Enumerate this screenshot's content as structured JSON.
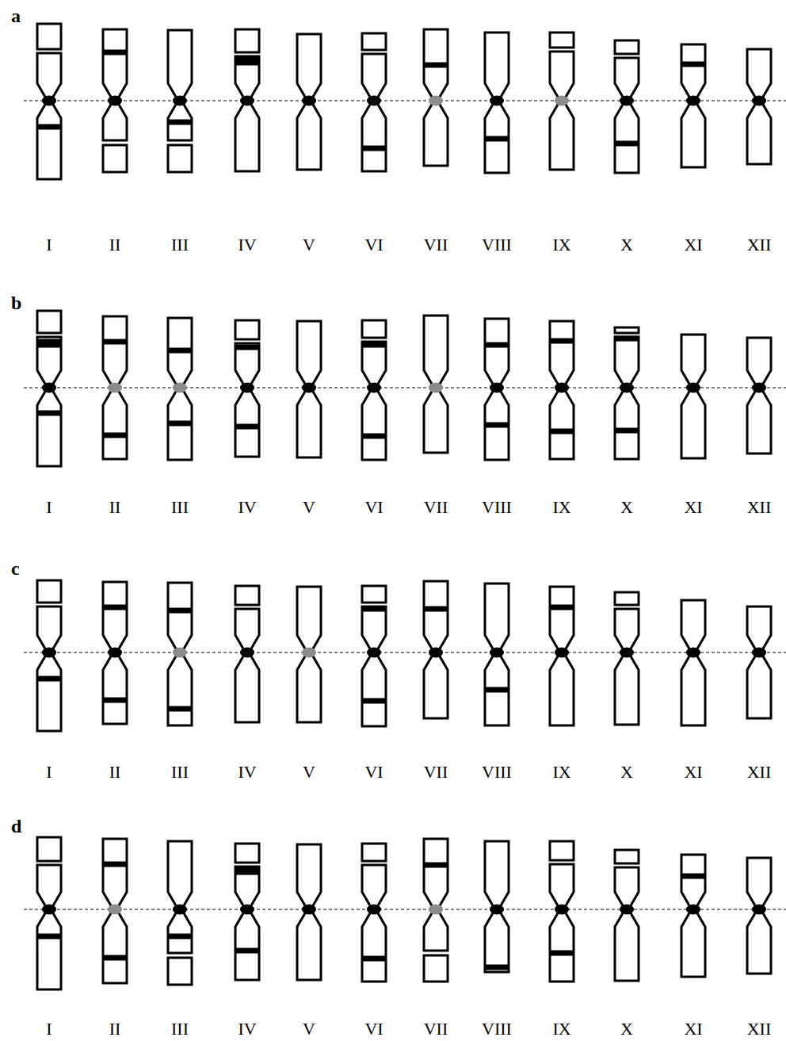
{
  "diagram": {
    "labels": [
      "a",
      "I",
      "II",
      "III",
      "IV",
      "V",
      "VI",
      "VII",
      "VIII",
      "IX",
      "X",
      "XI",
      "XII",
      "b",
      "I",
      "II",
      "III",
      "IV",
      "V",
      "VI",
      "VII",
      "VIII",
      "IX",
      "X",
      "XI",
      "XII",
      "c",
      "I",
      "II",
      "III",
      "IV",
      "V",
      "VI",
      "VII",
      "VIII",
      "IX",
      "X",
      "XI",
      "XII",
      "d",
      "I",
      "II",
      "III",
      "IV",
      "V",
      "VI",
      "VII",
      "VIII",
      "IX",
      "X",
      "XI",
      "XII"
    ]
  }
}
